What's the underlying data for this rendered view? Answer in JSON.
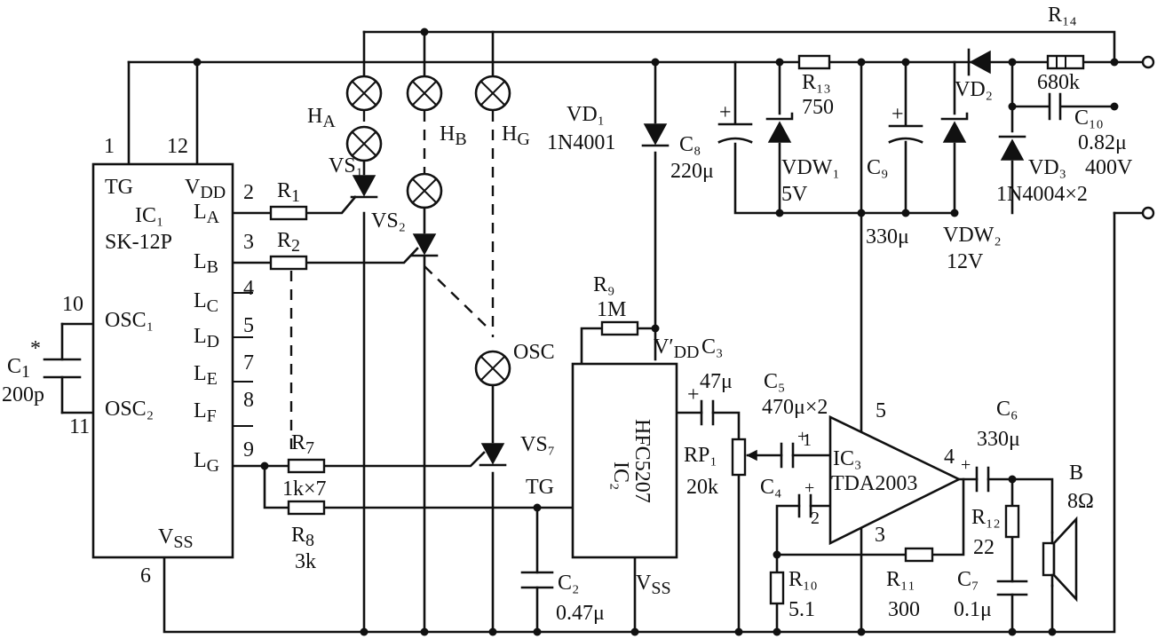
{
  "ic1": {
    "designator": "IC₁",
    "part": "SK-12P",
    "tg": "TG",
    "vdd": "V",
    "vdd_sub": "DD",
    "vss": "V",
    "vss_sub": "SS"
  },
  "ic1_pins": {
    "p1": "1",
    "p12": "12",
    "p2": "2",
    "p3": "3",
    "p4": "4",
    "p5": "5",
    "p7": "7",
    "p8": "8",
    "p9": "9",
    "p10": "10",
    "p11": "11",
    "p6": "6",
    "la": "L",
    "la_sub": "A",
    "lb": "L",
    "lb_sub": "B",
    "lc": "L",
    "lc_sub": "C",
    "ld": "L",
    "ld_sub": "D",
    "le": "L",
    "le_sub": "E",
    "lf": "L",
    "lf_sub": "F",
    "lg": "L",
    "lg_sub": "G",
    "osc1": "OSC₁",
    "osc2": "OSC₂"
  },
  "c1": {
    "name": "C",
    "sub": "1",
    "star": "*",
    "value": "200p"
  },
  "r1": {
    "name": "R",
    "sub": "1"
  },
  "r2": {
    "name": "R",
    "sub": "2"
  },
  "r7": {
    "name": "R",
    "sub": "7",
    "value": "1k×7"
  },
  "r8": {
    "name": "R",
    "sub": "8",
    "value": "3k"
  },
  "lamps": {
    "ha": "H",
    "ha_sub": "A",
    "hb": "H",
    "hb_sub": "B",
    "hg": "H",
    "hg_sub": "G",
    "osc": "OSC"
  },
  "scr": {
    "vs1": "VS₁",
    "vs2": "VS₂",
    "vs7": "VS₇"
  },
  "vd1": {
    "name": "VD₁",
    "part": "1N4001"
  },
  "c8": {
    "name": "C₈",
    "value": "220μ"
  },
  "r13": {
    "name": "R₁₃",
    "value": "750"
  },
  "vdw1": {
    "name": "VDW₁",
    "value": "5V"
  },
  "c9": {
    "name": "C₉",
    "value": "330μ"
  },
  "vdw2": {
    "name": "VDW₂",
    "value": "12V"
  },
  "vd2": {
    "name": "VD₂"
  },
  "r14": {
    "name": "R₁₄",
    "value": "680k"
  },
  "c10": {
    "name": "C₁₀",
    "value": "0.82μ",
    "voltage": "400V"
  },
  "vd3": {
    "name": "VD₃",
    "part": "1N4004×2"
  },
  "r9": {
    "name": "R₉",
    "value": "1M"
  },
  "ic2": {
    "designator": "IC₂",
    "part": "HFC5207",
    "vdd": "V′",
    "vdd_sub": "DD",
    "tg": "TG",
    "vss": "V",
    "vss_sub": "SS"
  },
  "c3": {
    "name": "C₃",
    "value": "47μ"
  },
  "c2": {
    "name": "C₂",
    "value": "0.47μ"
  },
  "rp1": {
    "name": "RP₁",
    "value": "20k"
  },
  "c5": {
    "name": "C₅",
    "value": "470μ×2"
  },
  "ic3": {
    "designator": "IC₃",
    "part": "TDA2003",
    "pin1": "1",
    "pin2": "2",
    "pin3": "3",
    "pin4": "4",
    "pin5": "5"
  },
  "c4": {
    "name": "C₄"
  },
  "c6": {
    "name": "C₆",
    "value": "330μ"
  },
  "r12": {
    "name": "R₁₂",
    "value": "22"
  },
  "r10": {
    "name": "R₁₀",
    "value": "5.1"
  },
  "r11": {
    "name": "R₁₁",
    "value": "300"
  },
  "c7": {
    "name": "C₇",
    "value": "0.1μ"
  },
  "speaker": {
    "name": "B",
    "value": "8Ω"
  },
  "polarity": {
    "plus": "+"
  }
}
